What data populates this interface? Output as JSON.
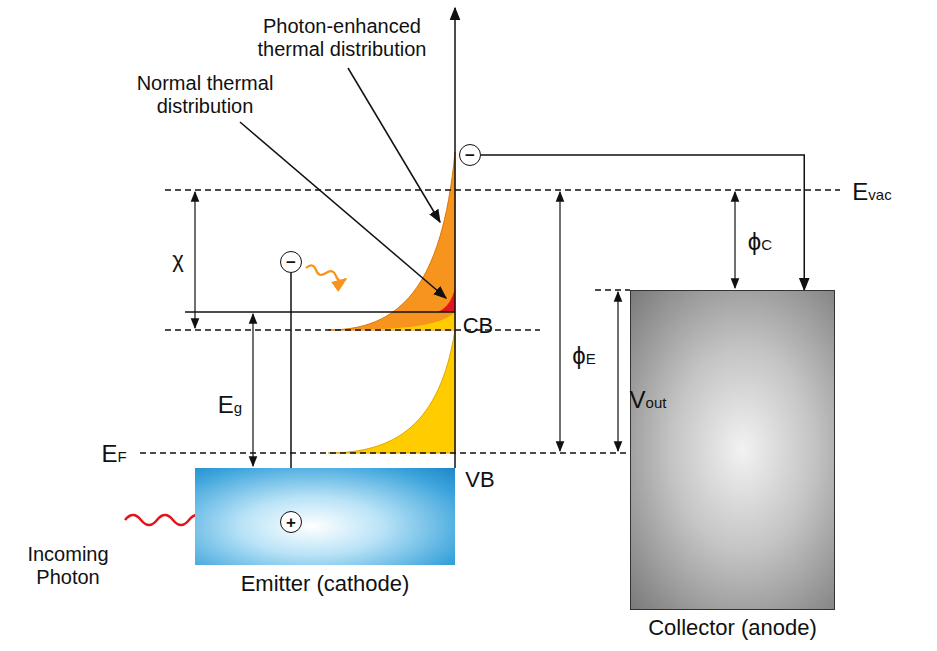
{
  "diagram": {
    "nodes": [
      {
        "text": [
          "Emitter (cathode)"
        ]
      },
      {
        "text": [
          "Collector (anode)"
        ]
      },
      {
        "text": [
          "−"
        ]
      },
      {
        "text": [
          "−"
        ]
      },
      {
        "text": [
          "+"
        ],
        "in": 0
      }
    ],
    "edges": [
      {
        "from": 2,
        "to": 1,
        "arrow": "to"
      },
      {
        "from": 4,
        "to": 3,
        "arrow": "none"
      }
    ],
    "labels": [
      "Photon-enhanced thermal distribution",
      "Normal thermal distribution",
      "χ",
      "CB",
      "Evac",
      "ϕC",
      "ϕE",
      "Vout",
      "Eg",
      "EF",
      "VB",
      "Incoming Photon"
    ]
  }
}
